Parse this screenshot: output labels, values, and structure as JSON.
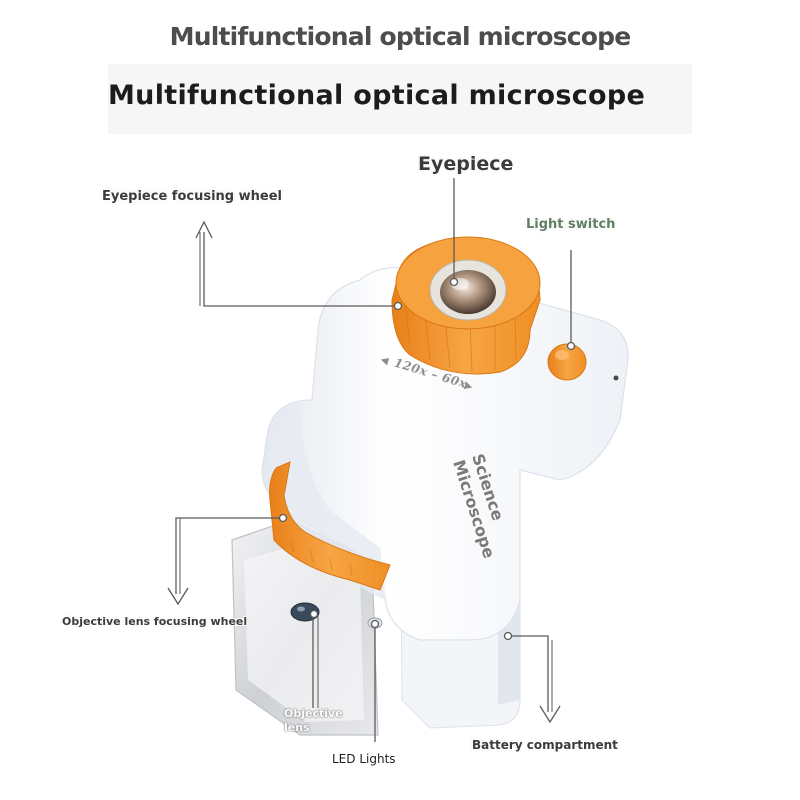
{
  "header": {
    "title_top": "Multifunctional optical microscope",
    "title_main": "Multifunctional optical microscope"
  },
  "device": {
    "zoom_marking": "120x – 60x",
    "brand_line1": "Science",
    "brand_line2": "Microscope"
  },
  "callouts": {
    "eyepiece": "Eyepiece",
    "eyepiece_focusing_wheel": "Eyepiece focusing wheel",
    "light_switch": "Light switch",
    "objective_lens_focusing_wheel": "Objective lens focusing wheel",
    "objective_lens": "Objective lens",
    "led_lights": "LED Lights",
    "battery_compartment": "Battery compartment"
  },
  "colors": {
    "accent_orange": "#f39a2e",
    "body_white": "#ffffff",
    "body_shadow": "#dfe4ec",
    "lens_glass": "#c9ccd1"
  }
}
